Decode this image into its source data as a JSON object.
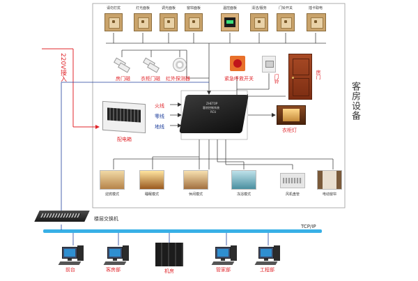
{
  "top_devices": [
    {
      "label": "请勿打扰",
      "type": "switch"
    },
    {
      "label": "灯光面板",
      "type": "switch"
    },
    {
      "label": "调光面板",
      "type": "switch"
    },
    {
      "label": "窗帘面板",
      "type": "switch"
    },
    {
      "label": "温控面板",
      "type": "therm"
    },
    {
      "label": "清洁/服务",
      "type": "switch"
    },
    {
      "label": "门铃开关",
      "type": "switch"
    },
    {
      "label": "插卡取电",
      "type": "switch"
    }
  ],
  "input_label": "220V接入",
  "sensors": {
    "door_magnet": "房门磁",
    "wardrobe_magnet": "衣柜门磁",
    "ir_detector": "红外探测器",
    "emergency": "紧急呼救开关",
    "doorbell": "门铃",
    "room_door": "房门"
  },
  "guest_room_label": "客房设备",
  "controller": {
    "brand": "ZHETOP",
    "name": "客房控制系统",
    "model": "RCU"
  },
  "distribution": {
    "box_label": "配电箱",
    "fire": "火线",
    "neutral": "零线",
    "ground": "地线"
  },
  "wardrobe_lamp": "衣柜灯",
  "scenes": [
    "迎宾模式",
    "睡眠模式",
    "休闲模式",
    "冻浴模式",
    "风机盘管",
    "电动窗帘"
  ],
  "switch_label": "楼层交换机",
  "network_label": "TCP/IP",
  "endpoints": [
    "前台",
    "客房部",
    "机房",
    "管家部",
    "工程部"
  ]
}
